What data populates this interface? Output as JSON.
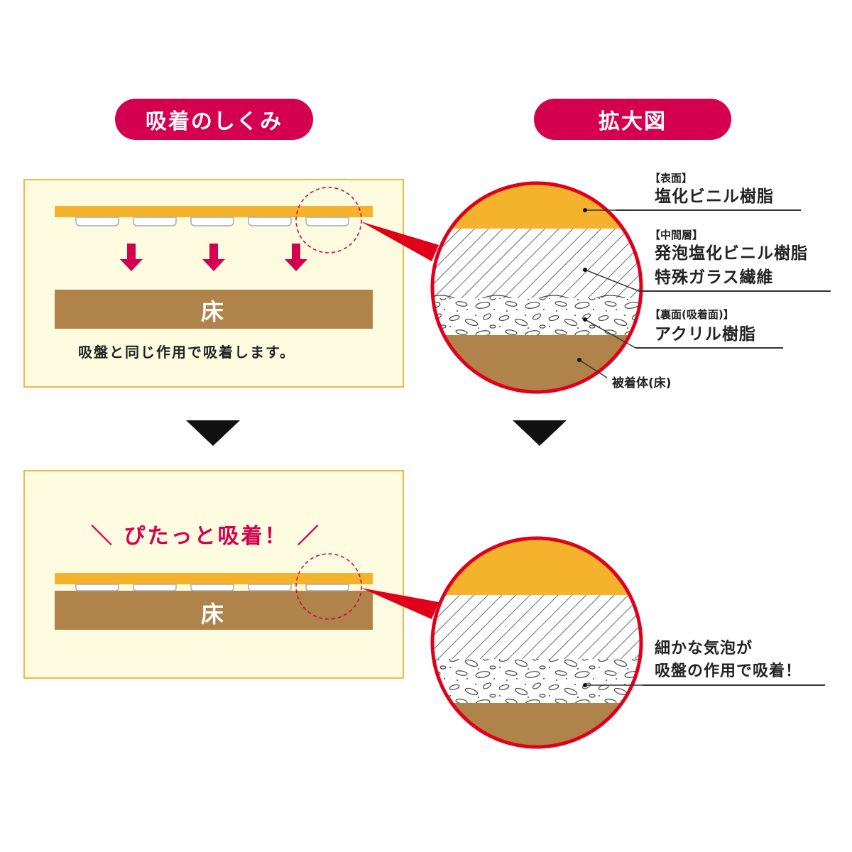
{
  "headers": {
    "left": "吸着のしくみ",
    "right": "拡大図"
  },
  "top_panel": {
    "floor_label": "床",
    "caption": "吸盤と同じ作用で吸着します。"
  },
  "bottom_panel": {
    "slogan": "＼ ぴたっと吸着！ ／",
    "floor_label": "床"
  },
  "layers": {
    "surface": {
      "tag": "【表面】",
      "name": "塩化ビニル樹脂"
    },
    "middle": {
      "tag": "【中間層】",
      "name_line1": "発泡塩化ビニル樹脂",
      "name_line2": "特殊ガラス繊維"
    },
    "back": {
      "tag": "【裏面(吸着面)】",
      "name": "アクリル樹脂"
    },
    "substrate": {
      "name": "被着体(床)"
    }
  },
  "bubble_note": {
    "line1": "細かな気泡が",
    "line2": "吸盤の作用で吸着！"
  },
  "colors": {
    "accent": "#d4004f",
    "panel_bg": "#fefce0",
    "panel_border": "#f4b64a",
    "orange_layer": "#f5b32d",
    "floor": "#b0834a",
    "circle_border": "#e0001a"
  }
}
